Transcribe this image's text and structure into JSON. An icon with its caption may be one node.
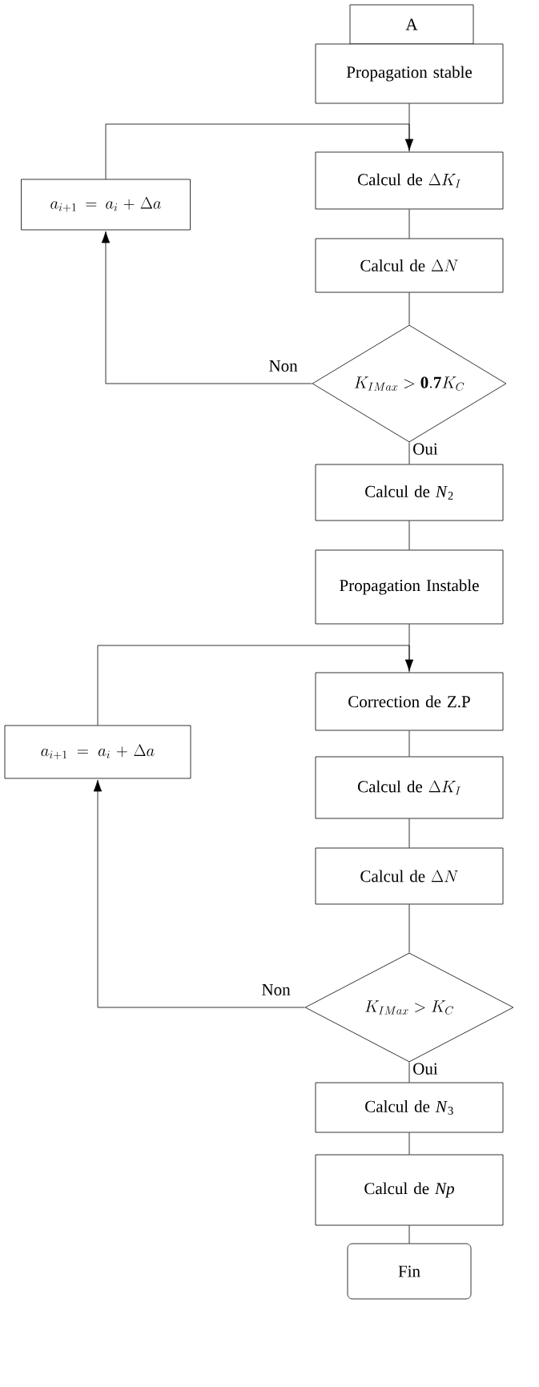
{
  "diagram": {
    "nodes": [
      {
        "text": [
          "A"
        ]
      },
      {
        "text": [
          "Propagation stable"
        ]
      },
      {
        "text": [
          "\\text{Calcul de }\\Delta K_I"
        ]
      },
      {
        "text": [
          "a_{i+1}=a_i+\\Delta a"
        ]
      },
      {
        "text": [
          "\\text{Calcul de }\\Delta N"
        ]
      },
      {
        "text": [
          "K_{IMax}>\\mathbf{0.7}K_C"
        ]
      },
      {
        "text": [
          "Calcul de *N*$_{2}$"
        ]
      },
      {
        "text": [
          "Propagation Instable"
        ]
      },
      {
        "text": [
          "Correction de Z.P"
        ]
      },
      {
        "text": [
          "a_{i+1}=a_i+\\Delta a"
        ]
      },
      {
        "text": [
          "\\text{Calcul de }\\Delta K_I"
        ]
      },
      {
        "text": [
          "\\text{Calcul de }\\Delta N"
        ]
      },
      {
        "text": [
          "K_{IMax}>K_C"
        ]
      },
      {
        "text": [
          "Calcul de *N*$_{3}$"
        ]
      },
      {
        "text": [
          "Calcul de *Np*"
        ]
      },
      {
        "text": [
          "Fin"
        ]
      }
    ],
    "edges": [
      {
        "from": 1,
        "to": 2,
        "arrow": "none"
      },
      {
        "from": 3,
        "to": 2,
        "arrow": "to"
      },
      {
        "from": 2,
        "to": 4,
        "arrow": "none"
      },
      {
        "from": 4,
        "to": 5,
        "arrow": "none"
      },
      {
        "from": 5,
        "to": 3,
        "arrow": "to",
        "label": "Non"
      },
      {
        "from": 5,
        "to": 6,
        "arrow": "none",
        "label": "Oui"
      },
      {
        "from": 6,
        "to": 7,
        "arrow": "none"
      },
      {
        "from": 7,
        "to": 8,
        "arrow": "none"
      },
      {
        "from": 9,
        "to": 8,
        "arrow": "to"
      },
      {
        "from": 8,
        "to": 10,
        "arrow": "none"
      },
      {
        "from": 10,
        "to": 11,
        "arrow": "none"
      },
      {
        "from": 11,
        "to": 12,
        "arrow": "none"
      },
      {
        "from": 12,
        "to": 9,
        "arrow": "to",
        "label": "Non"
      },
      {
        "from": 12,
        "to": 13,
        "arrow": "none",
        "label": "Oui"
      },
      {
        "from": 13,
        "to": 14,
        "arrow": "none"
      },
      {
        "from": 14,
        "to": 15,
        "arrow": "none"
      }
    ]
  }
}
